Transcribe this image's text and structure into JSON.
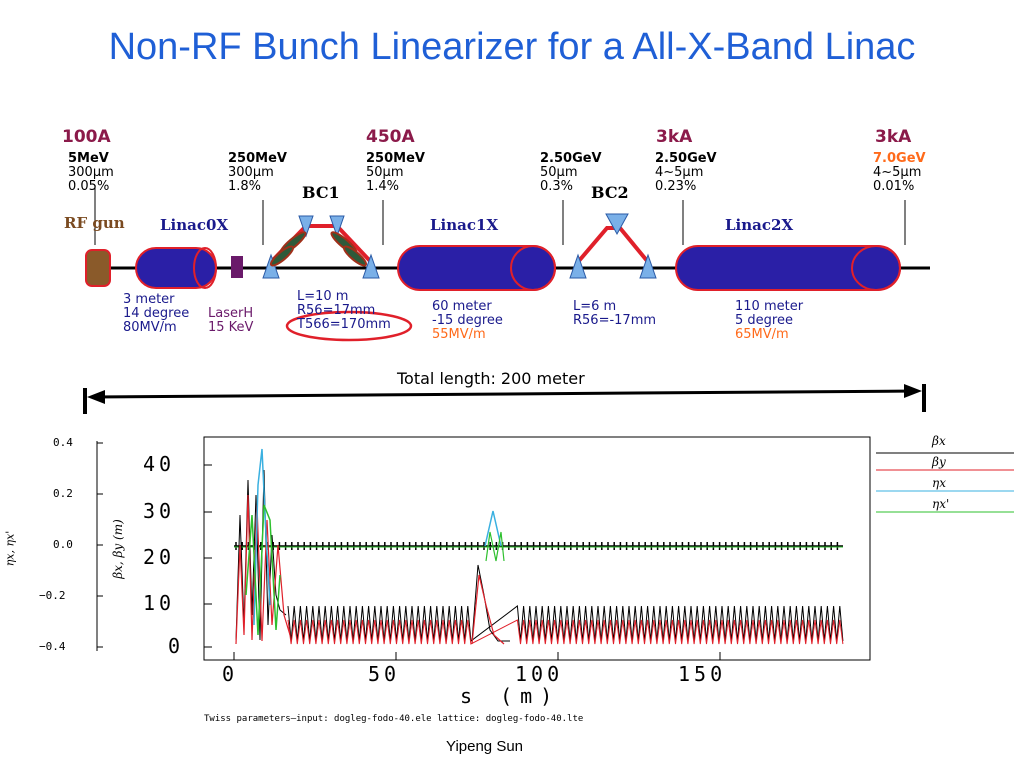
{
  "title": "Non-RF Bunch Linearizer for a All-X-Band Linac",
  "diagram": {
    "currents": [
      "100A",
      "450A",
      "3kA",
      "3kA"
    ],
    "stations": [
      {
        "energy": "5MeV",
        "length": "300μm",
        "spread": "0.05%"
      },
      {
        "energy": "250MeV",
        "length": "300μm",
        "spread": "1.8%"
      },
      {
        "energy": "250MeV",
        "length": "50μm",
        "spread": "1.4%"
      },
      {
        "energy": "2.50GeV",
        "length": "50μm",
        "spread": "0.3%"
      },
      {
        "energy": "2.50GeV",
        "length": "4~5μm",
        "spread": "0.23%"
      },
      {
        "energy": "7.0GeV",
        "length": "4~5μm",
        "spread": "0.01%"
      }
    ],
    "bc1": "BC1",
    "bc2": "BC2",
    "rf_gun": "RF gun",
    "linac0x": "Linac0X",
    "linac1x": "Linac1X",
    "linac2x": "Linac2X",
    "linac0_specs": [
      "3 meter",
      "14 degree",
      "80MV/m"
    ],
    "laser_specs": [
      "LaserH",
      "15 KeV"
    ],
    "bc1_specs": [
      "L=10 m",
      "R56=17mm",
      "T566=170mm"
    ],
    "linac1_specs": [
      "60 meter",
      "-15 degree",
      "55MV/m"
    ],
    "bc2_specs": [
      "L=6 m",
      "R56=-17mm"
    ],
    "linac2_specs": [
      "110 meter",
      "5 degree",
      "65MV/m"
    ],
    "total_length": "Total length: 200 meter",
    "colors": {
      "cavity": "#2a1fa6",
      "cavity_edge": "#e0202a",
      "chicane": "#e0202a",
      "bend": "#7ab0e8",
      "gun": "#8a5a2a",
      "laser": "#6a1a6a"
    }
  },
  "plot": {
    "left_ticks": [
      "0.4",
      "0.2",
      "0.0",
      "−0.2",
      "−0.4"
    ],
    "left_label": "ηx, ηx'",
    "mid_ticks": [
      "40",
      "30",
      "20",
      "10",
      "0"
    ],
    "mid_label": "βx, βy (m)",
    "x_ticks": [
      "0",
      "50",
      "100",
      "150"
    ],
    "x_label": "s (m)",
    "caption": "Twiss parameters—input: dogleg-fodo-40.ele   lattice: dogleg-fodo-40.lte",
    "legend": [
      "βx",
      "βy",
      "ηx",
      "ηx'"
    ],
    "legend_colors": [
      "#000000",
      "#e0202a",
      "#3ab0e0",
      "#2ec02e"
    ]
  },
  "footer": "Yipeng Sun"
}
